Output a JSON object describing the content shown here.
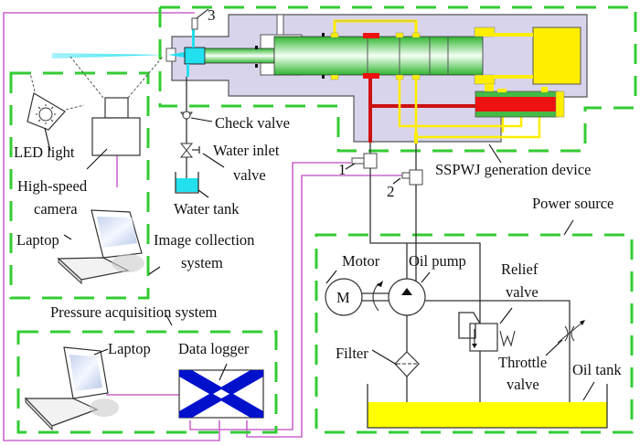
{
  "figure": {
    "title": "Experimental setup schematic",
    "colors": {
      "subsystem_border": "#33cc33",
      "signal_wire": "#cc66cc",
      "device_body": "#d8d4ec",
      "piston": "#33bb33",
      "high_pressure_oil": "#ee1111",
      "low_pressure_oil": "#ffee00",
      "water": "#22e0ee",
      "data_logger_cross": "#0011cc"
    }
  },
  "subsystems": {
    "image_collection": "Image collection system",
    "image_collection_line2": "system",
    "image_collection_line1": "Image collection",
    "pressure_acquisition": "Pressure acquisition system",
    "sspwj_device": "SSPWJ generation device",
    "power_source": "Power source"
  },
  "components": {
    "led_light": "LED light",
    "high_speed_camera_l1": "High-speed",
    "high_speed_camera_l2": "camera",
    "laptop_image": "Laptop",
    "laptop_pressure": "Laptop",
    "data_logger": "Data logger",
    "check_valve": "Check valve",
    "water_inlet_valve_l1": "Water inlet",
    "water_inlet_valve_l2": "valve",
    "water_tank": "Water tank",
    "motor": "Motor",
    "motor_symbol": "M",
    "oil_pump": "Oil pump",
    "relief_valve_l1": "Relief",
    "relief_valve_l2": "valve",
    "filter": "Filter",
    "throttle_valve_l1": "Throttle",
    "throttle_valve_l2": "valve",
    "oil_tank": "Oil tank"
  },
  "sensors": {
    "sensor_1": "1",
    "sensor_2": "2",
    "sensor_3": "3"
  }
}
